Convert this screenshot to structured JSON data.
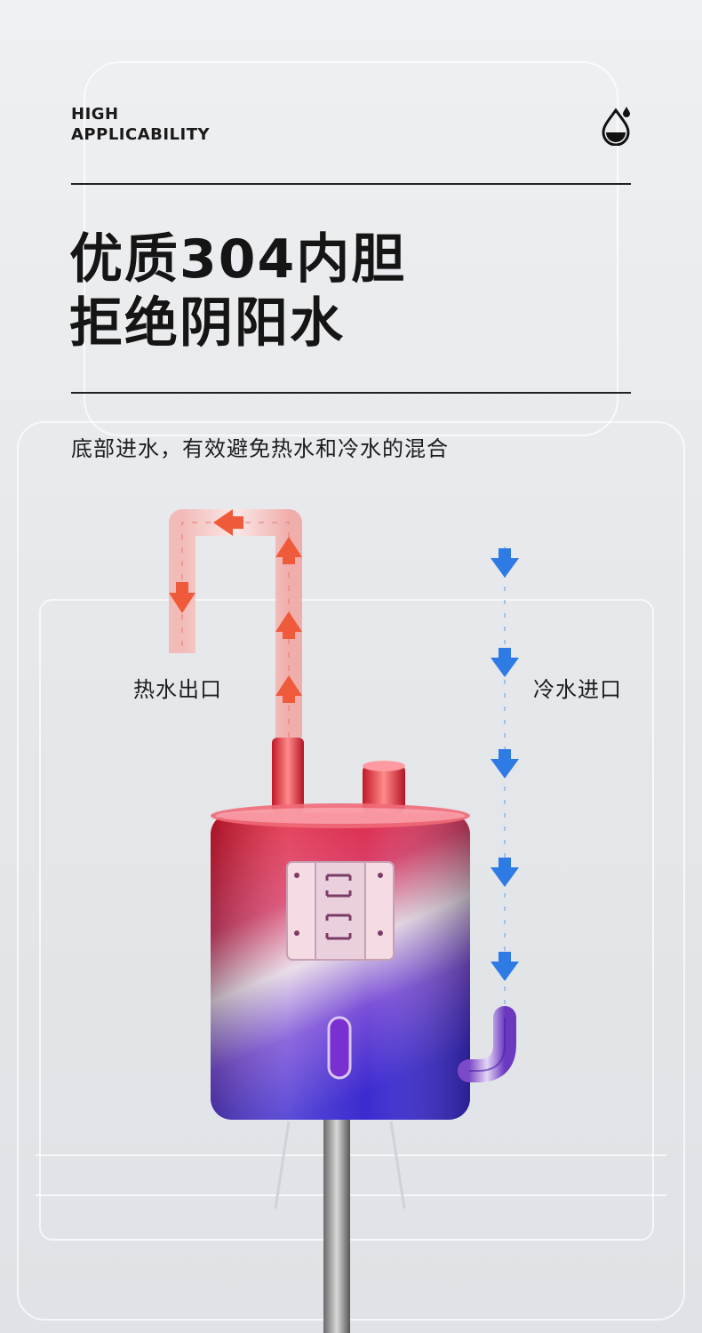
{
  "header": {
    "en_line1": "HIGH",
    "en_line2": "APPLICABILITY",
    "icon": "water-drop-icon"
  },
  "title": {
    "line1": "优质304内胆",
    "line2": "拒绝阴阳水"
  },
  "subtitle": "底部进水，有效避免热水和冷水的混合",
  "labels": {
    "hot_outlet": "热水出口",
    "cold_inlet": "冷水进口"
  },
  "colors": {
    "hot": "#e8352c",
    "cold": "#2f7fe8",
    "tank_top": "#e01b2a",
    "tank_bottom": "#4b2fd0"
  }
}
